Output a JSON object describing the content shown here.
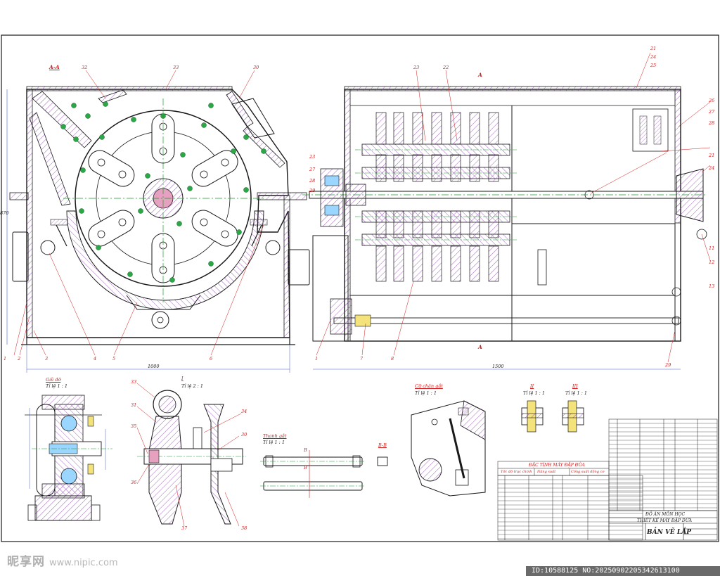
{
  "views": {
    "section_aa": "A-A",
    "section_a_mark": "A",
    "detail_bearing": "Gối đỡ",
    "detail_bearing_scale": "Tỉ lệ 1 : 1",
    "detail_i": "I",
    "detail_i_scale": "Tỉ lệ 2 : 1",
    "detail_bar": "Thanh gắt",
    "detail_bar_scale": "Tỉ lệ 1 : 1",
    "detail_mount": "Cữ chặn gắt",
    "detail_mount_scale": "Tỉ lệ 1 : 1",
    "section_ii": "II",
    "section_ii_scale": "Tỉ lệ 1 : 1",
    "section_iii": "III",
    "section_iii_scale": "Tỉ lệ 1 : 1",
    "section_bb": "B-B",
    "cut_b": "B"
  },
  "callouts_left": [
    "32",
    "33",
    "30",
    "23",
    "27",
    "28",
    "29"
  ],
  "callouts_bottom_left": [
    "1",
    "2",
    "3",
    "4",
    "5",
    "6"
  ],
  "callouts_right_top": [
    "23",
    "22",
    "21",
    "24",
    "25"
  ],
  "callouts_right_side": [
    "26",
    "27",
    "28",
    "21",
    "24",
    "11",
    "12",
    "13"
  ],
  "callouts_right_bottom": [
    "1",
    "7",
    "8",
    "29"
  ],
  "callouts_detail_i": [
    "33",
    "31",
    "35",
    "34",
    "30",
    "36",
    "37",
    "38"
  ],
  "spec_table": {
    "header": "ĐẶC TÍNH MÁY ĐẬP ĐÙA",
    "col_a": "Tốc độ trục chính",
    "col_b": "Năng suất",
    "col_c": "Công suất động cơ"
  },
  "title_block": {
    "line1": "ĐỒ ÁN MÔN HỌC",
    "line2": "THIẾT KẾ MÁY ĐẬP DỪA",
    "title": "BẢN VẼ LẮP"
  },
  "dimensions": {
    "left_width": "1000",
    "right_width": "1500",
    "height": "870"
  },
  "watermark": {
    "brand": "昵享网",
    "url": "www.nipic.com"
  },
  "image_id": "ID:10588125 NO:20250902205342613100",
  "colors": {
    "line": "#1a1a1a",
    "section_red": "#d11a1a",
    "center_green": "#1a9a2a",
    "bolt_green": "#2aa845",
    "hatch_purple": "#8a3fb0",
    "dim_blue": "#3a5fd0",
    "hub_pink": "#e6a0c0",
    "spacer_blue": "#9ad6ff",
    "shaft_yellow": "#f4e27a"
  }
}
